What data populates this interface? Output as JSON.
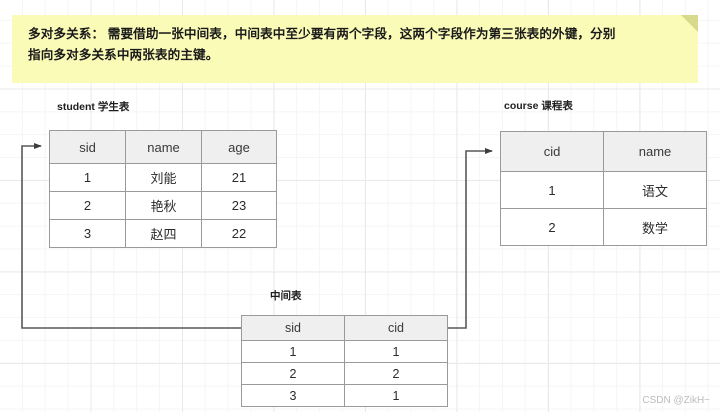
{
  "note": {
    "text": "多对多关系： 需要借助一张中间表，中间表中至少要有两个字段，这两个字段作为第三张表的外键，分别\n指向多对多关系中两张表的主键。",
    "background_color": "#fbfbb8",
    "fold_color": "#d9d98c"
  },
  "tables": {
    "student": {
      "label": "student 学生表",
      "columns": [
        "sid",
        "name",
        "age"
      ],
      "rows": [
        [
          "1",
          "刘能",
          "21"
        ],
        [
          "2",
          "艳秋",
          "23"
        ],
        [
          "3",
          "赵四",
          "22"
        ]
      ]
    },
    "course": {
      "label": "course 课程表",
      "columns": [
        "cid",
        "name"
      ],
      "rows": [
        [
          "1",
          "语文"
        ],
        [
          "2",
          "数学"
        ]
      ]
    },
    "middle": {
      "label": "中间表",
      "columns": [
        "sid",
        "cid"
      ],
      "rows": [
        [
          "1",
          "1"
        ],
        [
          "2",
          "2"
        ],
        [
          "3",
          "1"
        ]
      ]
    }
  },
  "connectors": [
    {
      "name": "middle-to-student",
      "from": "中间表.sid",
      "to": "student.sid",
      "arrow_at": "student"
    },
    {
      "name": "middle-to-course",
      "from": "中间表.cid",
      "to": "course.cid",
      "arrow_at": "course"
    }
  ],
  "colors": {
    "header_fill": "#efefef",
    "border": "#9a9a9a",
    "line": "#595959",
    "grid_minor": "#f5f5f5",
    "grid_major": "#e9e9e9",
    "canvas": "#ffffff"
  },
  "watermark": {
    "text": "CSDN @ZikH~"
  }
}
